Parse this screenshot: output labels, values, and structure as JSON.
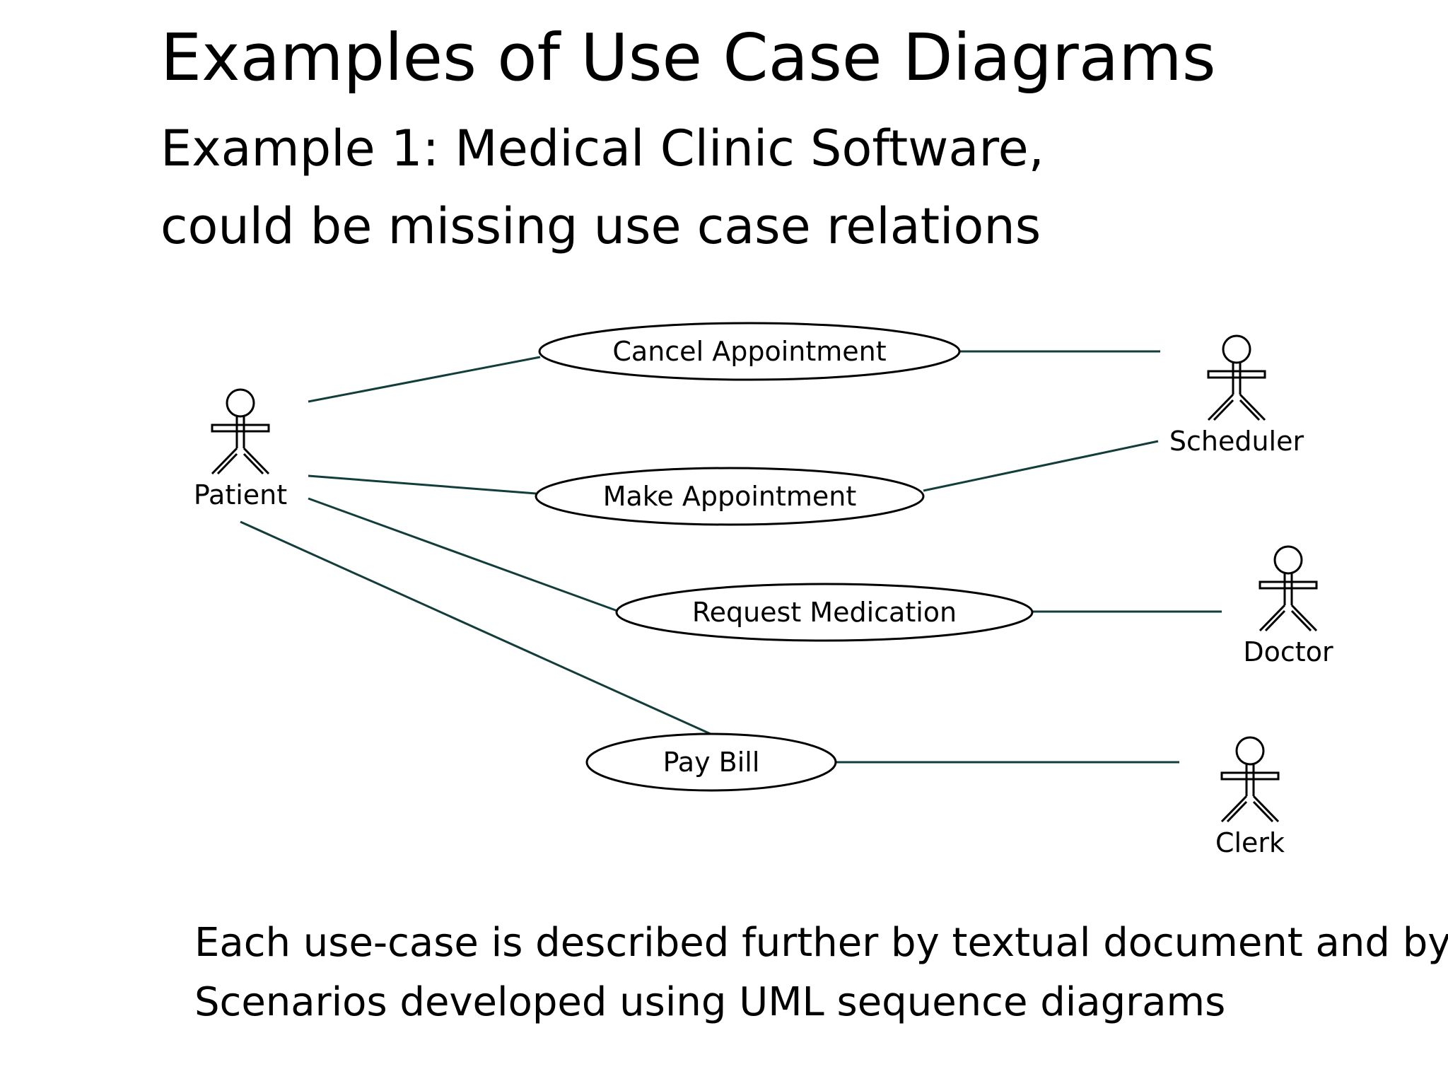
{
  "slide": {
    "title": "Examples of Use Case Diagrams",
    "subtitle_line1": "Example 1: Medical Clinic Software,",
    "subtitle_line2": "could be missing use case relations",
    "caption_line1": "Each use-case is described further by textual document and by",
    "caption_line2": "Scenarios developed using UML sequence diagrams"
  },
  "diagram": {
    "actors": {
      "patient": "Patient",
      "scheduler": "Scheduler",
      "doctor": "Doctor",
      "clerk": "Clerk"
    },
    "use_cases": {
      "cancel_appointment": "Cancel Appointment",
      "make_appointment": "Make Appointment",
      "request_medication": "Request Medication",
      "pay_bill": "Pay Bill"
    },
    "associations": [
      [
        "Patient",
        "Cancel Appointment"
      ],
      [
        "Patient",
        "Make Appointment"
      ],
      [
        "Patient",
        "Request Medication"
      ],
      [
        "Patient",
        "Pay Bill"
      ],
      [
        "Scheduler",
        "Cancel Appointment"
      ],
      [
        "Scheduler",
        "Make Appointment"
      ],
      [
        "Doctor",
        "Request Medication"
      ],
      [
        "Clerk",
        "Pay Bill"
      ]
    ],
    "colors": {
      "association_line": "#123d3a",
      "outline": "#000000"
    }
  }
}
